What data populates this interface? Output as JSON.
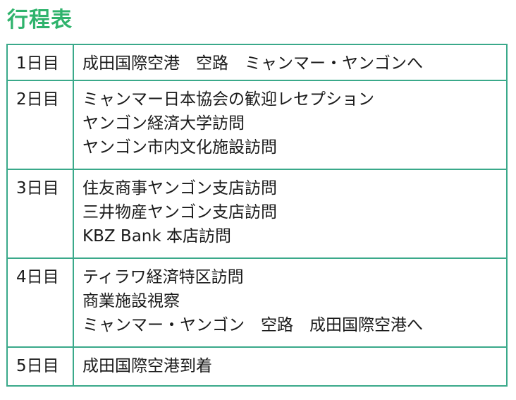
{
  "title": "行程表",
  "colors": {
    "title": "#2fb36c",
    "border": "#3aa98a",
    "text": "#1a1a1a"
  },
  "rows": [
    {
      "day": "1日目",
      "items": [
        "成田国際空港　空路　ミャンマー・ヤンゴンへ"
      ]
    },
    {
      "day": "2日目",
      "items": [
        "ミャンマー日本協会の歓迎レセプション",
        "ヤンゴン経済大学訪問",
        "ヤンゴン市内文化施設訪問"
      ]
    },
    {
      "day": "3日目",
      "items": [
        "住友商事ヤンゴン支店訪問",
        "三井物産ヤンゴン支店訪問",
        "KBZ Bank 本店訪問"
      ]
    },
    {
      "day": "4日目",
      "items": [
        "ティラワ経済特区訪問",
        "商業施設視察",
        "ミャンマー・ヤンゴン　空路　成田国際空港へ"
      ]
    },
    {
      "day": "5日目",
      "items": [
        "成田国際空港到着"
      ]
    }
  ]
}
